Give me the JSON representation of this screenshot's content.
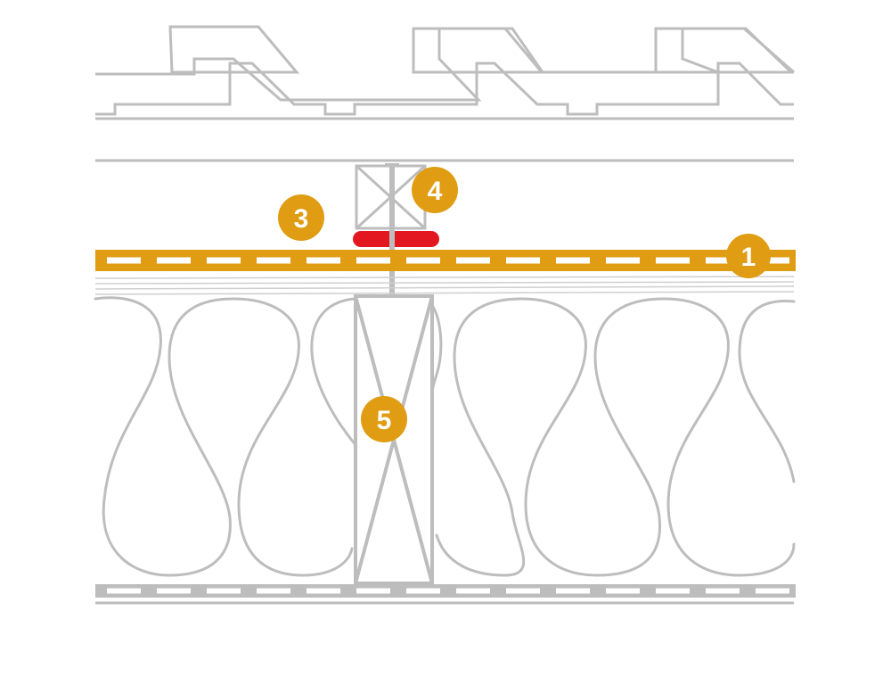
{
  "colors": {
    "line": "#bdbdbd",
    "membrane": "#e09c12",
    "seal": "#e2171f",
    "marker": "#e09c12",
    "marker_text": "#ffffff",
    "background": "#ffffff"
  },
  "markers": {
    "m1": "1",
    "m3": "3",
    "m4": "4",
    "m5": "5"
  }
}
